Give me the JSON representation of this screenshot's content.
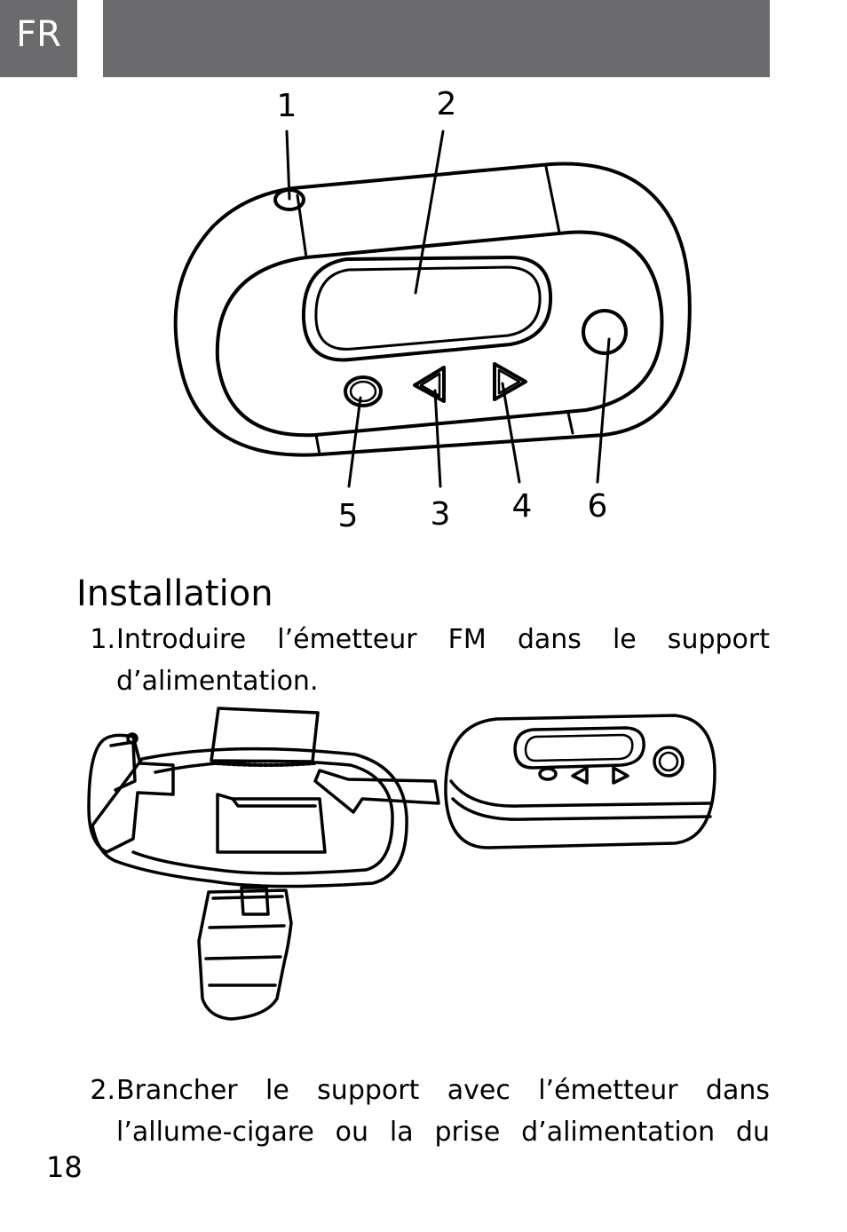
{
  "header": {
    "language_tag": "FR"
  },
  "device_diagram": {
    "callouts": [
      "1",
      "2",
      "3",
      "4",
      "5",
      "6"
    ]
  },
  "installation": {
    "title": "Installation",
    "steps": [
      {
        "number": "1.",
        "text": "Introduire l’émetteur FM dans le support d’alimentation."
      },
      {
        "number": "2.",
        "text": "Brancher le support avec l’émetteur dans l’allume-cigare ou la prise d’alimentation du"
      }
    ]
  },
  "footer": {
    "page_number": "18"
  }
}
